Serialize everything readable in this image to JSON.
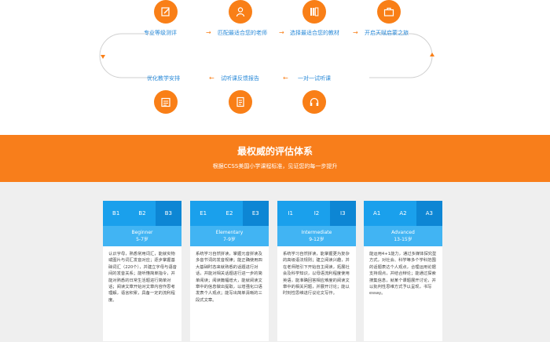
{
  "process": {
    "top_row": [
      "专业等级测评",
      "匹配最适合您的老师",
      "选择最适合您的教材",
      "开启天赋启蒙之旅"
    ],
    "bottom_row": [
      "优化教学安排",
      "试听课反馈报告",
      "一对一试听课"
    ],
    "icons": {
      "top": [
        "edit-icon",
        "teacher-icon",
        "books-icon",
        "briefcase-icon"
      ],
      "bottom": [
        "calendar-icon",
        "report-icon",
        "headset-icon"
      ]
    },
    "colors": {
      "icon_bg": "#f97f17",
      "label": "#2a8ad8",
      "loop_line": "#cfcfcf"
    }
  },
  "banner": {
    "title": "最权威的评估体系",
    "subtitle": "根据CCSS美国小学课程标准，见证您的每一步提升",
    "color": "#f87e1b"
  },
  "levels": [
    {
      "grades": [
        "B1",
        "B2",
        "B3"
      ],
      "name": "Beginner",
      "age": "5-7岁",
      "desc": "认识字母，熟悉常用词汇，能就实物或图片与词汇发音对应；逐步掌握基础词汇（220个），并建立字母与语音间的发音关系；能听懂简单指令，并能对熟悉的日常生活题进行简单对话；阅读文章开始对文章内容作思考理解，语言积累，具备一定的流利程度。"
    },
    {
      "grades": [
        "E1",
        "E2",
        "E3"
      ],
      "name": "Elementary",
      "age": "7-9岁",
      "desc": "系统学习自然拼读，掌握元音拼读及多音节词的发音规律；能正确使用四大基础时态来就熟悉的话题进行对话，并能对相关话题进行进一步的简单阅读；阅读篇幅增大，能就阅读文章中的信息做出提取，以增强化口语发表个人观点；能写出简单清晰的三段式文章。"
    },
    {
      "grades": [
        "I1",
        "I2",
        "I3"
      ],
      "name": "Intermediate",
      "age": "9-12岁",
      "desc": "系统学习自然拼读，能掌握更为复杂的高级语法规则；建立阅读兴趣，并在老师陪引下开始自主阅读，拓展社会及科学知识，以母语流利程度使用英语，能准确回答相应难度的阅读文章中的相关问题，并展开讨论；能以时刻性思维进行议论文写作。"
    },
    {
      "grades": [
        "A1",
        "A2",
        "A3"
      ],
      "name": "Advanced",
      "age": "13-15岁",
      "desc": "能运用4+1能力，通过多媒体探究型方式，对社会、科学等多个学科范围的话题表达个人观点，合理运用论据支持观点，并结合辩论；能通过探索搜集信息，就某个课题展开讨论，并以批判性思维方式予以呈现，书写essay。"
    }
  ],
  "colors": {
    "grade_bg": "#1aa0ec",
    "grade_dark": "#0d86d4",
    "level_bg": "#41b4f3",
    "section_bg": "#efefef"
  }
}
